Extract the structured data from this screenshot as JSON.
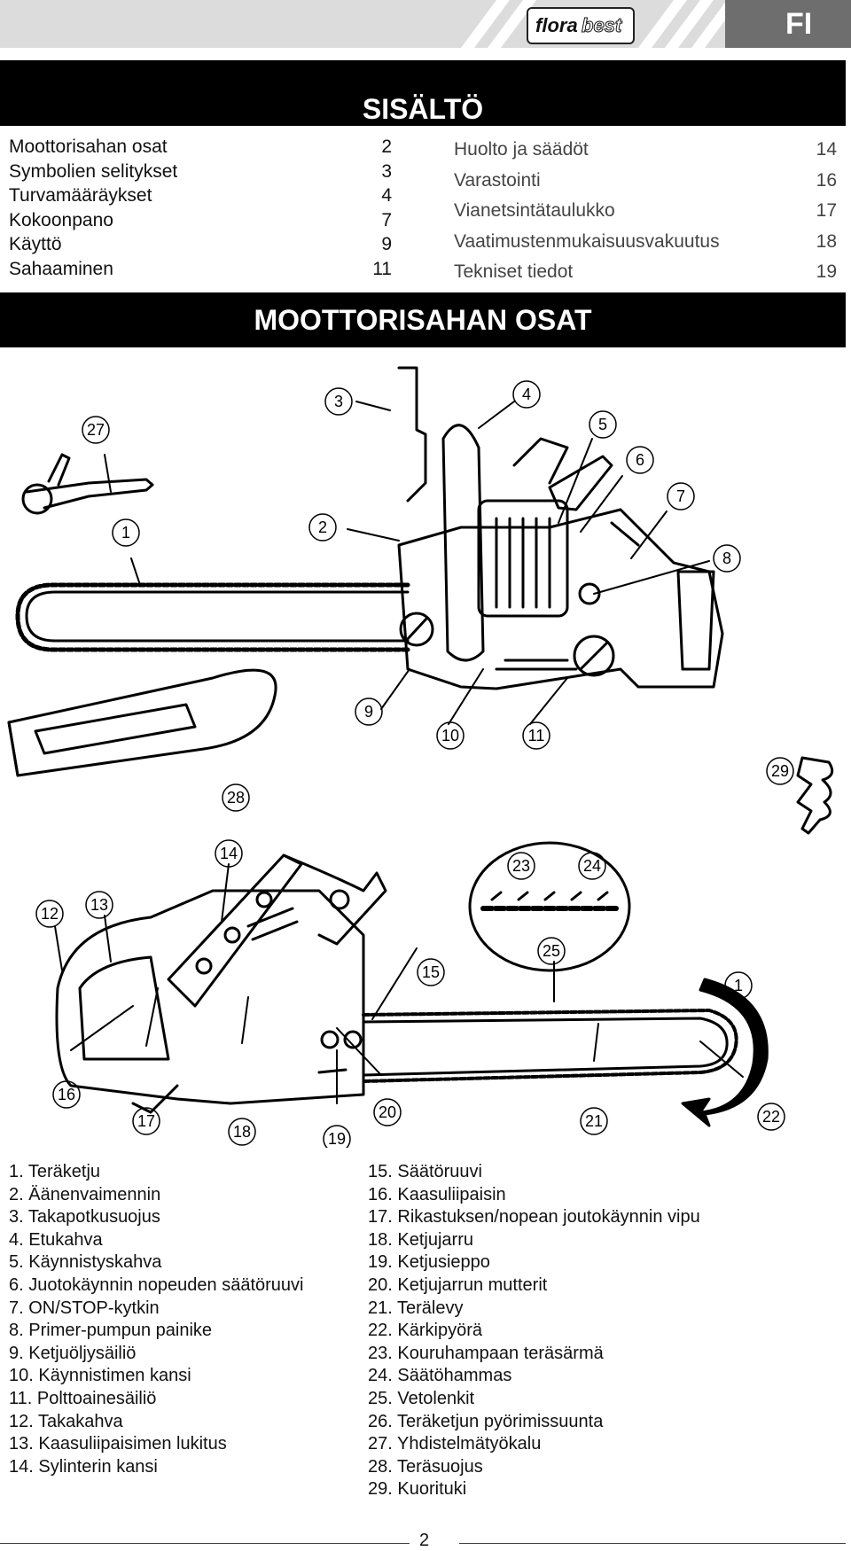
{
  "header": {
    "logo_part1": "flora",
    "logo_part2": "best",
    "language": "FI"
  },
  "toc": {
    "title": "SISÄLTÖ",
    "left": [
      {
        "label": "Moottorisahan osat",
        "page": "2"
      },
      {
        "label": "Symbolien selitykset",
        "page": "3"
      },
      {
        "label": "Turvamääräykset",
        "page": "4"
      },
      {
        "label": "Kokoonpano",
        "page": "7"
      },
      {
        "label": "Käyttö",
        "page": "9"
      },
      {
        "label": "Sahaaminen",
        "page": "11"
      }
    ],
    "right": [
      {
        "label": "Huolto ja säädöt",
        "page": "14"
      },
      {
        "label": "Varastointi",
        "page": "16"
      },
      {
        "label": "Vianetsintätaulukko",
        "page": "17"
      },
      {
        "label": "Vaatimustenmukaisuusvakuutus",
        "page": "18"
      },
      {
        "label": "Tekniset tiedot",
        "page": "19"
      }
    ]
  },
  "parts": {
    "title": "MOOTTORISAHAN OSAT",
    "callouts_top": [
      "27",
      "1",
      "2",
      "3",
      "4",
      "5",
      "6",
      "7",
      "8",
      "9",
      "10",
      "11",
      "28",
      "29"
    ],
    "callouts_bottom": [
      "14",
      "13",
      "12",
      "23",
      "24",
      "25",
      "15",
      "1",
      "16",
      "17",
      "18",
      "19",
      "20",
      "21",
      "22"
    ],
    "left": [
      {
        "num": "1.",
        "label": "Teräketju"
      },
      {
        "num": "2.",
        "label": "Äänenvaimennin"
      },
      {
        "num": "3.",
        "label": "Takapotkusuojus"
      },
      {
        "num": "4.",
        "label": "Etukahva"
      },
      {
        "num": "5.",
        "label": "Käynnistyskahva"
      },
      {
        "num": "6.",
        "label": "Juotokäynnin nopeuden säätöruuvi"
      },
      {
        "num": "7.",
        "label": "ON/STOP‑kytkin"
      },
      {
        "num": "8.",
        "label": "Primer‑pumpun painike"
      },
      {
        "num": "9.",
        "label": "Ketjuöljysäiliö"
      },
      {
        "num": "10.",
        "label": "Käynnistimen kansi"
      },
      {
        "num": "11.",
        "label": "Polttoainesäiliö"
      },
      {
        "num": "12.",
        "label": "Takakahva"
      },
      {
        "num": "13.",
        "label": "Kaasuliipaisimen lukitus"
      },
      {
        "num": "14.",
        "label": "Sylinterin kansi"
      }
    ],
    "right": [
      {
        "num": "15.",
        "label": "Säätöruuvi"
      },
      {
        "num": "16.",
        "label": "Kaasuliipaisin"
      },
      {
        "num": "17.",
        "label": "Rikastuksen/nopean joutokäynnin vipu"
      },
      {
        "num": "18.",
        "label": "Ketjujarru"
      },
      {
        "num": "19.",
        "label": "Ketjusieppo"
      },
      {
        "num": "20.",
        "label": "Ketjujarrun mutterit"
      },
      {
        "num": "21.",
        "label": "Terälevy"
      },
      {
        "num": "22.",
        "label": "Kärkipyörä"
      },
      {
        "num": "23.",
        "label": "Kouruhampaan teräsärmä"
      },
      {
        "num": "24.",
        "label": "Säätöhammas"
      },
      {
        "num": "25.",
        "label": "Vetolenkit"
      },
      {
        "num": "26.",
        "label": "Teräketjun pyörimissuunta"
      },
      {
        "num": "27.",
        "label": "Yhdistelmätyökalu"
      },
      {
        "num": "28.",
        "label": "Teräsuojus"
      },
      {
        "num": "29.",
        "label": "Kuorituki"
      }
    ]
  },
  "footer": {
    "page_number": "2"
  }
}
